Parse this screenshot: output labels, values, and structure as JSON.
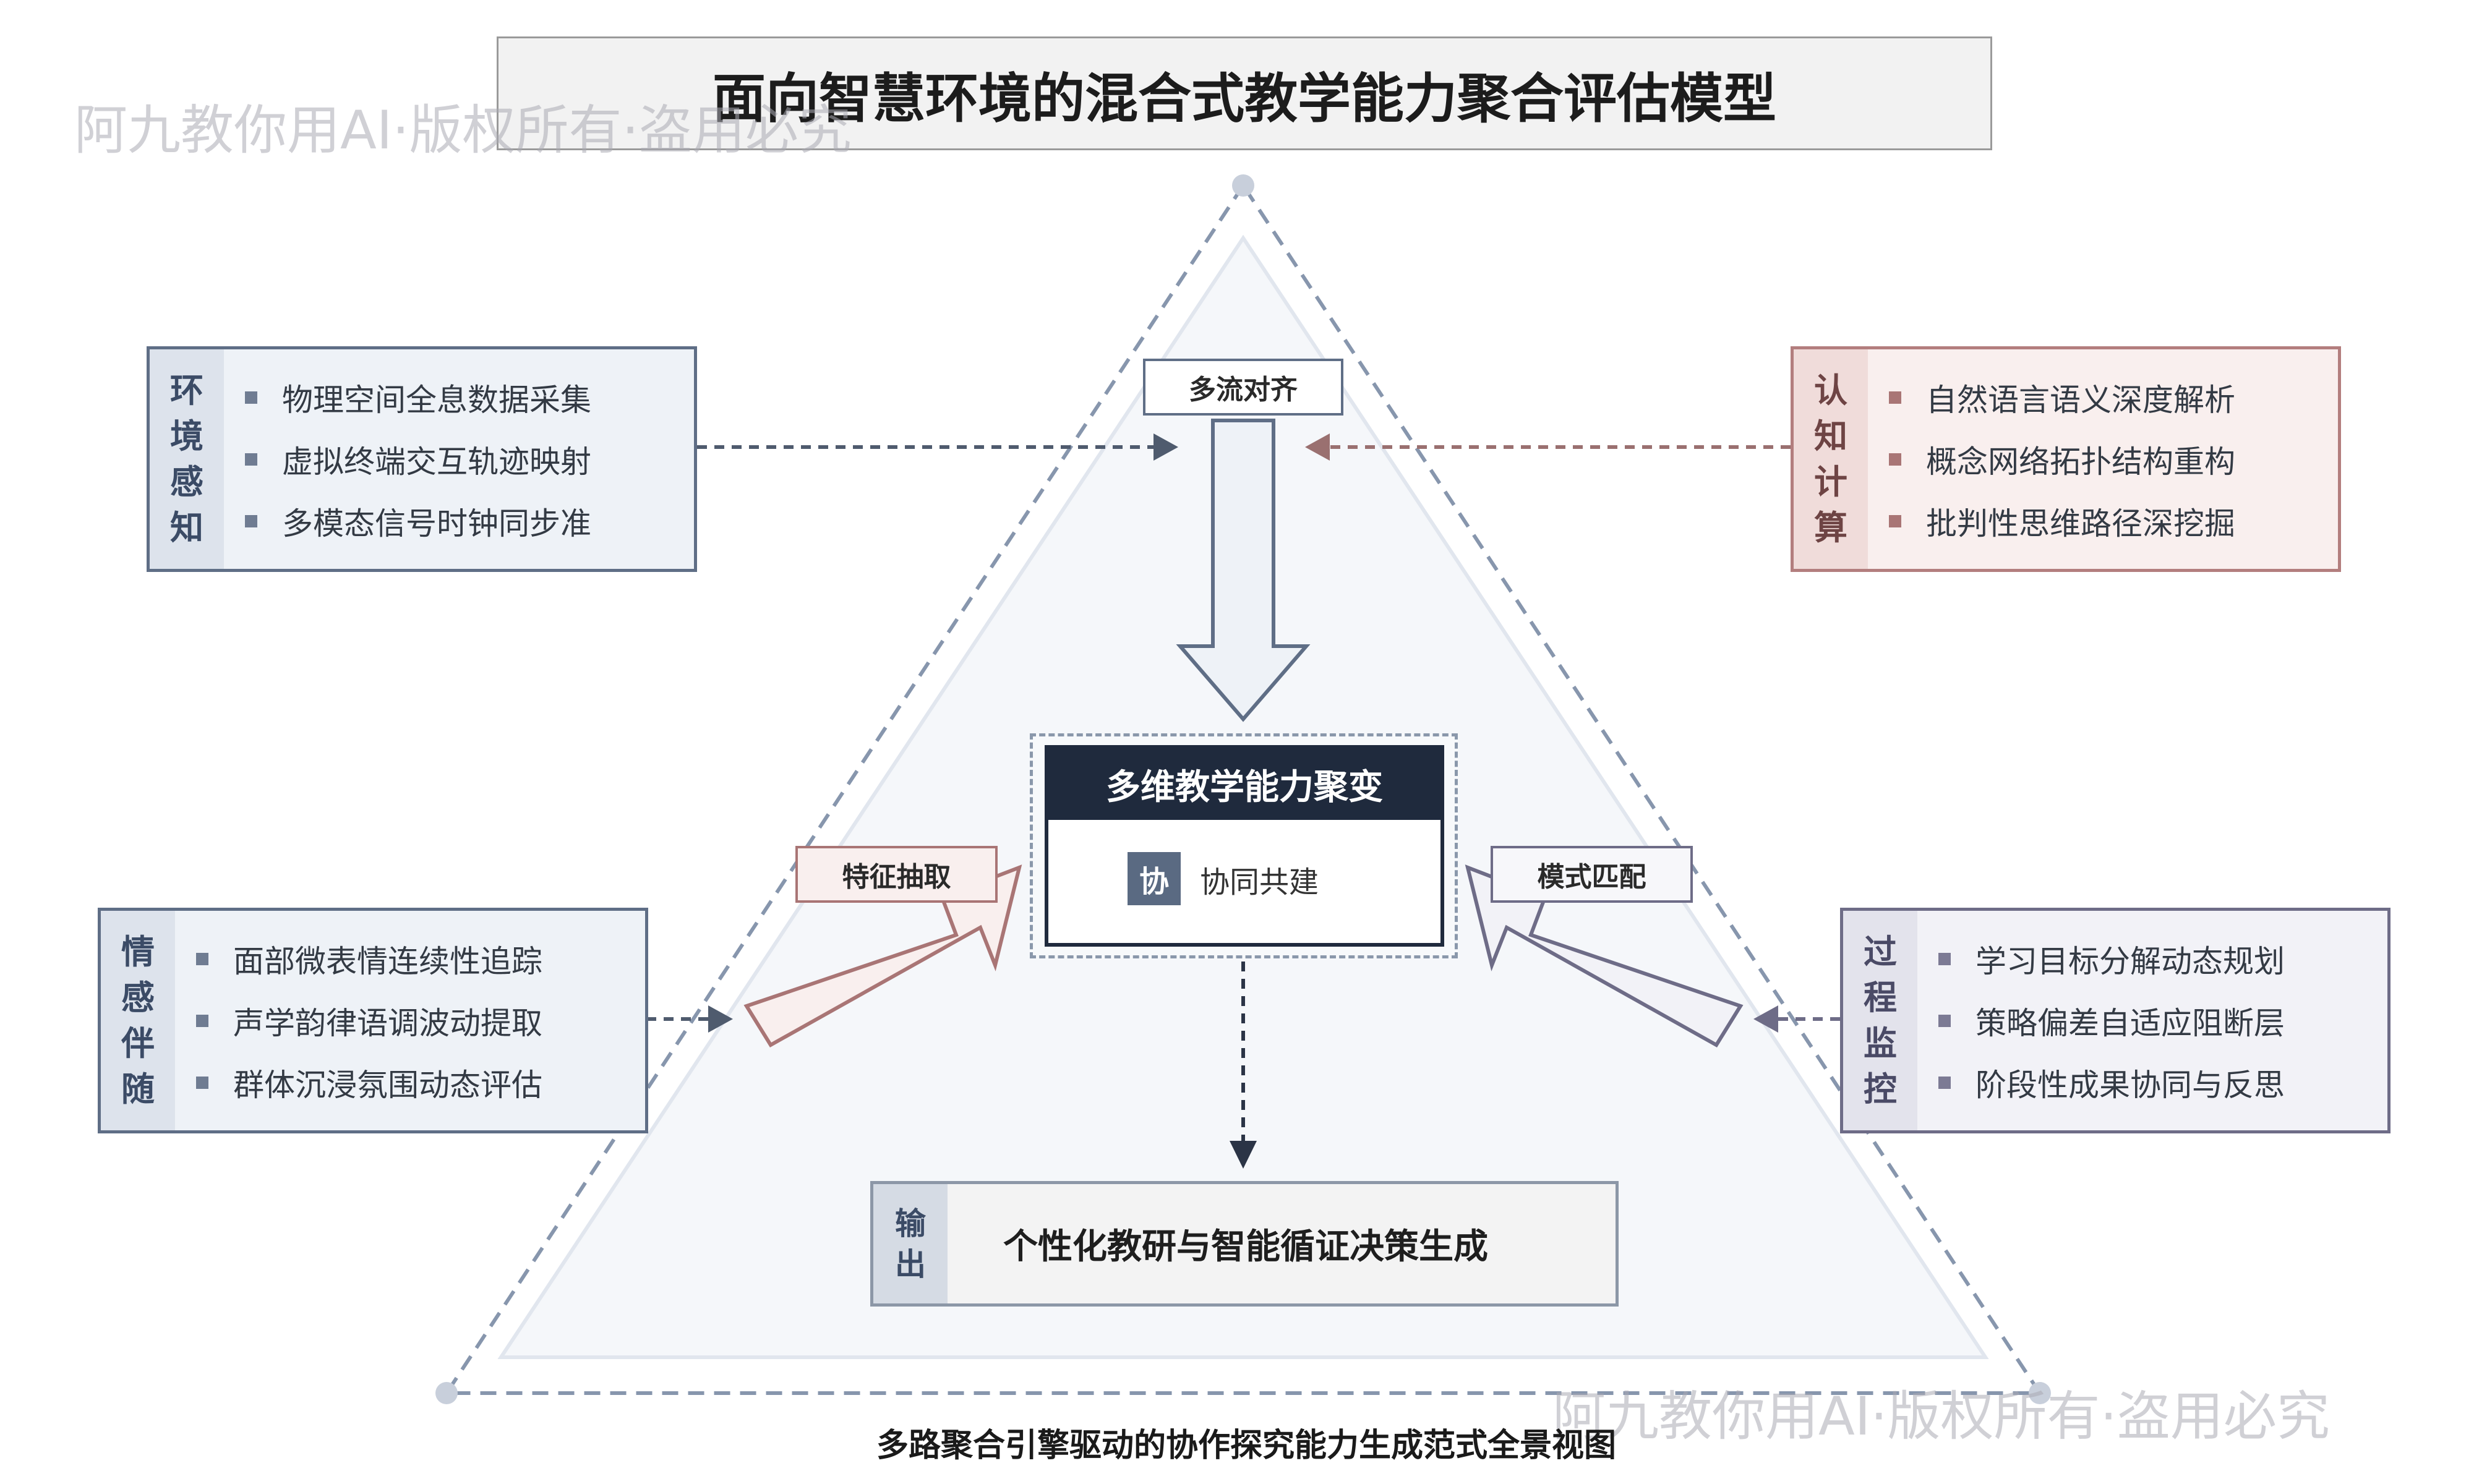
{
  "title": "面向智慧环境的混合式教学能力聚合评估模型",
  "watermarks": [
    "阿九教你用AI·版权所有·盗用必究",
    "阿九教你用AI·版权所有·盗用必究"
  ],
  "cards": {
    "env": {
      "side_chars": [
        "环",
        "境",
        "感",
        "知"
      ],
      "items": [
        "物理空间全息数据采集",
        "虚拟终端交互轨迹映射",
        "多模态信号时钟同步准"
      ]
    },
    "cognitive": {
      "side_chars": [
        "认",
        "知",
        "计",
        "算"
      ],
      "items": [
        "自然语言语义深度解析",
        "概念网络拓扑结构重构",
        "批判性思维路径深挖掘"
      ]
    },
    "emotion": {
      "side_chars": [
        "情",
        "感",
        "伴",
        "随"
      ],
      "items": [
        "面部微表情连续性追踪",
        "声学韵律语调波动提取",
        "群体沉浸氛围动态评估"
      ]
    },
    "process": {
      "side_chars": [
        "过",
        "程",
        "监",
        "控"
      ],
      "items": [
        "学习目标分解动态规划",
        "策略偏差自适应阻断层",
        "阶段性成果协同与反思"
      ]
    }
  },
  "labels": {
    "multi_stream": "多流对齐",
    "feature_extract": "特征抽取",
    "pattern_match": "模式匹配"
  },
  "core": {
    "header": "多维教学能力聚变",
    "icon_char": "协",
    "text": "协同共建"
  },
  "output": {
    "side_chars": [
      "输",
      "出"
    ],
    "text": "个性化教研与智能循证决策生成"
  },
  "caption": "多路聚合引擎驱动的协作探究能力生成范式全景视图",
  "colors": {
    "blue_border": "#5f6e86",
    "red_border": "#b37e7e",
    "purple_border": "#6e6c87",
    "core_dark": "#1f2a3d",
    "triangle_dash": "#8796ad"
  }
}
